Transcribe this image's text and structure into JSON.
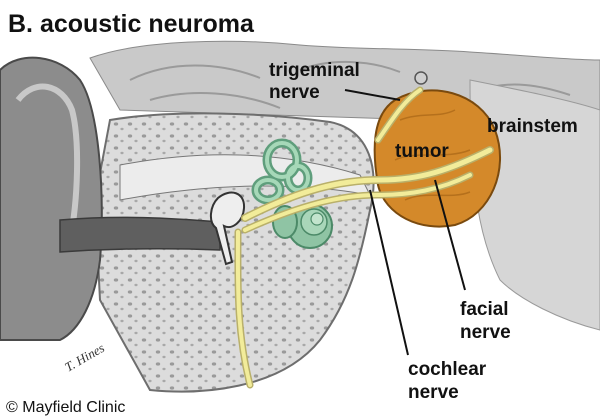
{
  "title": "B. acoustic neuroma",
  "labels": {
    "trigeminal_line1": "trigeminal",
    "trigeminal_line2": "nerve",
    "brainstem": "brainstem",
    "tumor": "tumor",
    "facial_line1": "facial",
    "facial_line2": "nerve",
    "cochlear_line1": "cochlear",
    "cochlear_line2": "nerve"
  },
  "credit": "© Mayfield Clinic",
  "signature": "T. Hines",
  "colors": {
    "tumor": "#d4892a",
    "nerve": "#f2ec9a",
    "cochlea": "#8fc4a4",
    "bone": "#dedede",
    "brain": "#c8c8c8",
    "skin": "#8a8a8a"
  }
}
